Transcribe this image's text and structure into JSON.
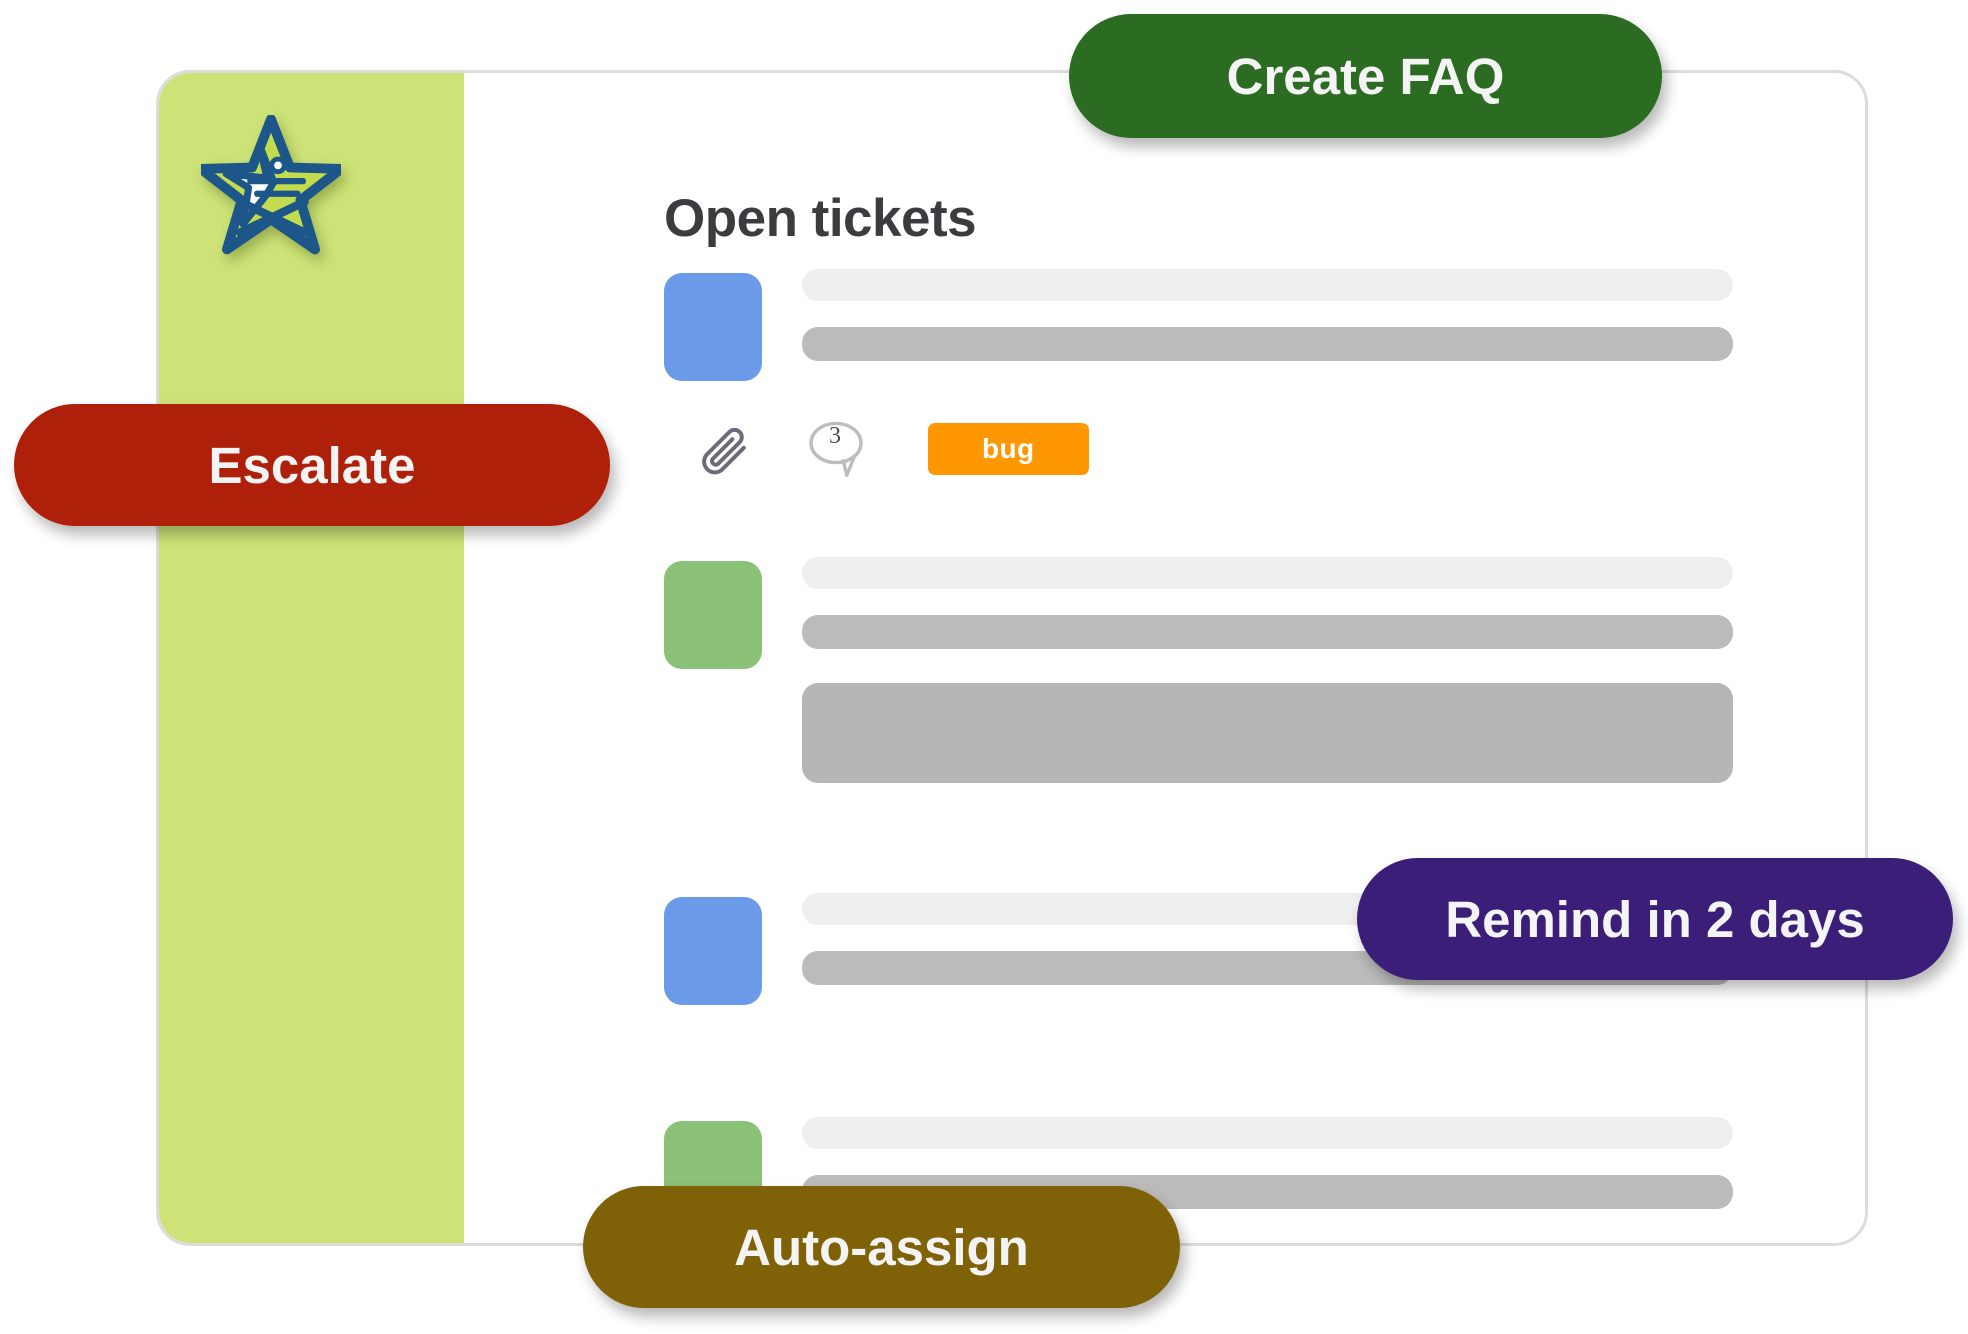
{
  "card": {
    "sidebar": {
      "background_color": "#cde377",
      "logo_name": "star-bird-logo",
      "logo_colors": {
        "outline": "#1d5689",
        "fill": "#c3dc4e",
        "highlight": "#ffffff"
      }
    },
    "title": "Open tickets",
    "tickets": [
      {
        "swatch_color": "#6b9ae8",
        "lines": [
          "light",
          "dark"
        ],
        "meta": {
          "attachment_icon": "paperclip-icon",
          "comment_icon": "speech-bubble-icon",
          "comment_count": "3",
          "tag_label": "bug",
          "tag_color": "#ff9800"
        }
      },
      {
        "swatch_color": "#8cc178",
        "lines": [
          "light",
          "dark",
          "block"
        ]
      },
      {
        "swatch_color": "#6b9ae8",
        "lines": [
          "light",
          "dark"
        ]
      },
      {
        "swatch_color": "#8cc178",
        "lines": [
          "light",
          "dark"
        ]
      }
    ]
  },
  "actions": [
    {
      "id": "create-faq",
      "label": "Create FAQ",
      "color": "#2b6b22"
    },
    {
      "id": "escalate",
      "label": "Escalate",
      "color": "#ae2009"
    },
    {
      "id": "remind",
      "label": "Remind in 2 days",
      "color": "#3a1e77"
    },
    {
      "id": "auto-assign",
      "label": "Auto-assign",
      "color": "#7f6107"
    }
  ]
}
